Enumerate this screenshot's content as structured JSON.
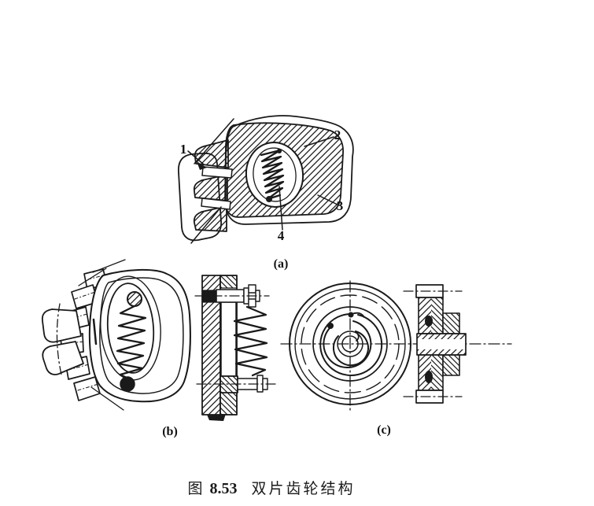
{
  "figure": {
    "caption": {
      "prefix": "图",
      "number": "8.53",
      "title": "双片齿轮结构"
    },
    "panel_a": {
      "label": "(a)",
      "callout_1": "1",
      "callout_2": "2",
      "callout_3": "3",
      "callout_4": "4"
    },
    "panel_b": {
      "label": "(b)"
    },
    "panel_c": {
      "label": "(c)"
    }
  }
}
